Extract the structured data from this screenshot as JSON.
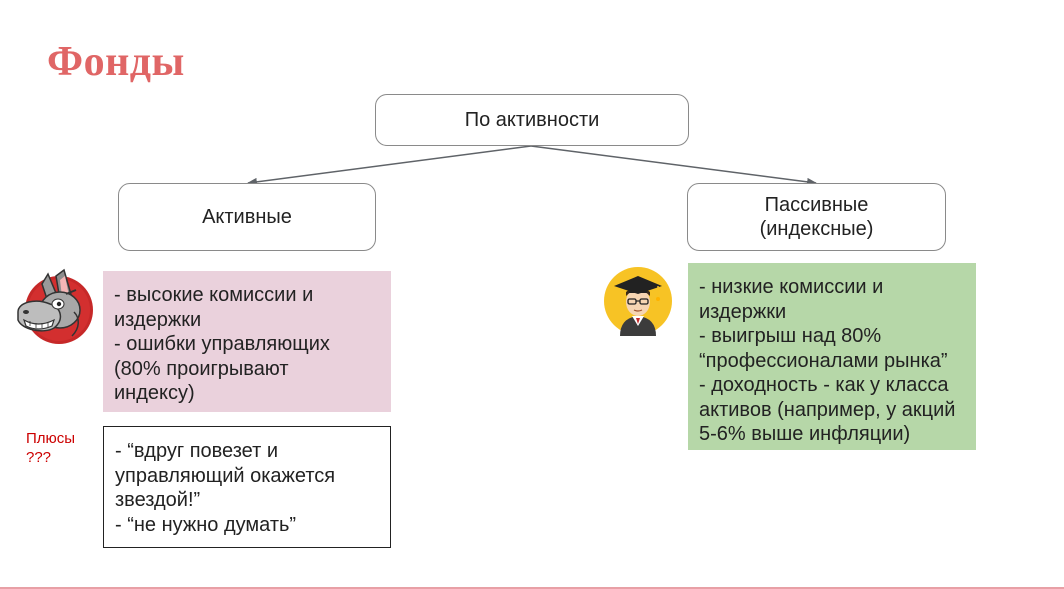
{
  "title": "Фонды",
  "root_node": {
    "label": "По активности"
  },
  "active_node": {
    "label": "Активные"
  },
  "passive_node": {
    "line1": "Пассивные",
    "line2": "(индексные)"
  },
  "active_cons": {
    "lines": [
      "- высокие комиссии и",
      "издержки",
      "- ошибки управляющих",
      "(80% проигрывают",
      "индексу)"
    ]
  },
  "active_pros": {
    "lines": [
      "- “вдруг повезет и",
      "управляющий окажется",
      "звездой!”",
      "- “не нужно думать”"
    ]
  },
  "pros_label": {
    "line1": "Плюсы",
    "line2": "???"
  },
  "passive_pros": {
    "lines": [
      "- низкие комиссии и",
      "издержки",
      "- выигрыш над 80%",
      "“профессионалами рынка”",
      "- доходность - как у класса",
      "активов (например, у акций",
      "5-6% выше инфляции)"
    ]
  },
  "icons": {
    "active": "donkey-icon",
    "passive": "scholar-icon"
  },
  "colors": {
    "title": "#e06666",
    "cons_box": "#ead1dc",
    "passive_box": "#b6d7a8",
    "pros_label": "#cc0000",
    "footer_line": "#e8a0a6"
  }
}
